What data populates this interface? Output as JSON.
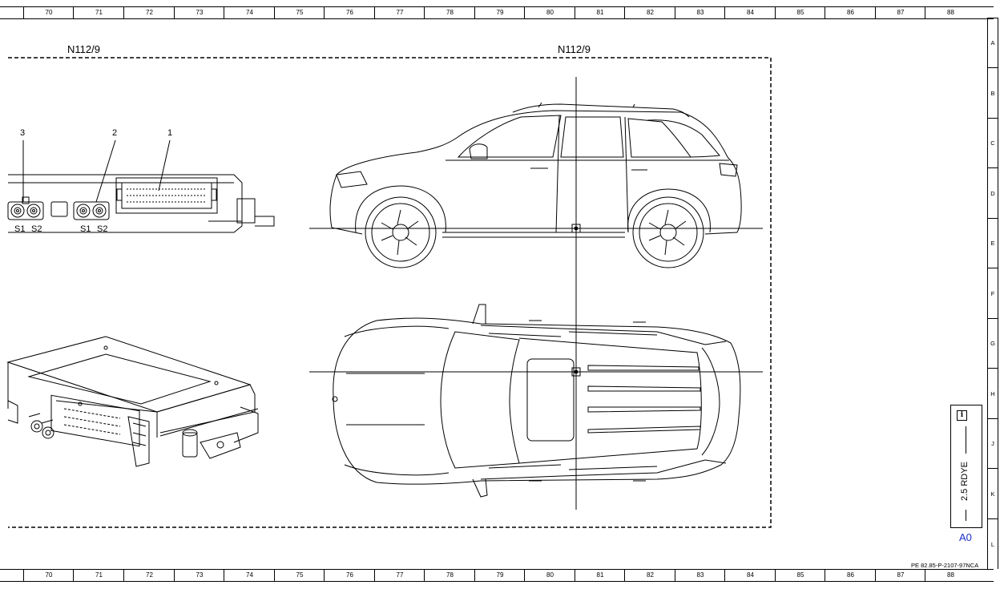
{
  "ruler_numbers": [
    "70",
    "71",
    "72",
    "73",
    "74",
    "75",
    "76",
    "77",
    "78",
    "79",
    "80",
    "81",
    "82",
    "83",
    "84",
    "85",
    "86",
    "87",
    "88"
  ],
  "row_letters": [
    "A",
    "B",
    "C",
    "D",
    "E",
    "F",
    "G",
    "H",
    "J",
    "K",
    "L"
  ],
  "component_labels": {
    "left": "N112/9",
    "right": "N112/9"
  },
  "callouts": [
    "3",
    "2",
    "1"
  ],
  "connector_labels": {
    "group1_s1": "S1",
    "group1_s2": "S2",
    "group2_s1": "S1",
    "group2_s2": "S2"
  },
  "wire": {
    "label": "2.5 RDYE",
    "info_icon": "i",
    "connection": "A0"
  },
  "document_code": "PE 82.85-P-2107-97NCA",
  "colors": {
    "line": "#000000",
    "connection_label": "#1a2fc4"
  }
}
